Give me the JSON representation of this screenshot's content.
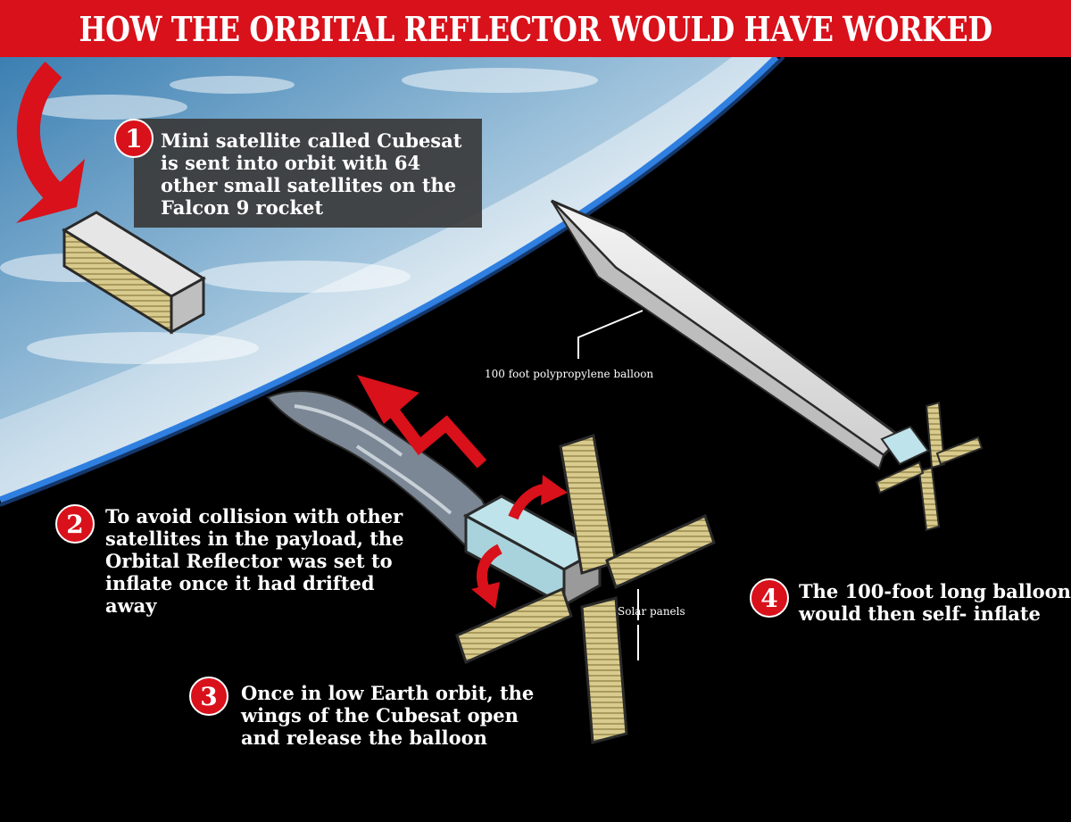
{
  "title": "HOW THE ORBITAL REFLECTOR WOULD HAVE WORKED",
  "steps": [
    {
      "number": "1",
      "text": "Mini satellite called Cubesat\nis sent into orbit with 64\nother small satellites on the\nFalcon 9 rocket"
    },
    {
      "number": "2",
      "text": "To avoid collision with other\nsatellites in the payload, the\nOrbital Reflector was set to\ninflate once it had drifted\naway"
    },
    {
      "number": "3",
      "text": "Once in low Earth orbit, the\nwings of the Cubesat open\nand release the balloon"
    },
    {
      "number": "4",
      "text": "The 100-foot long balloon\nwould then self- inflate"
    }
  ],
  "callouts": {
    "balloon": "100 foot polypropylene balloon",
    "solar": "Solar panels"
  },
  "colors": {
    "accent_red": "#d8111b",
    "panel_gold": "#d9cb8e",
    "cube_cyan": "#bfe3ea",
    "atmosphere_blue": "#2f7fe0",
    "background": "#000000"
  }
}
